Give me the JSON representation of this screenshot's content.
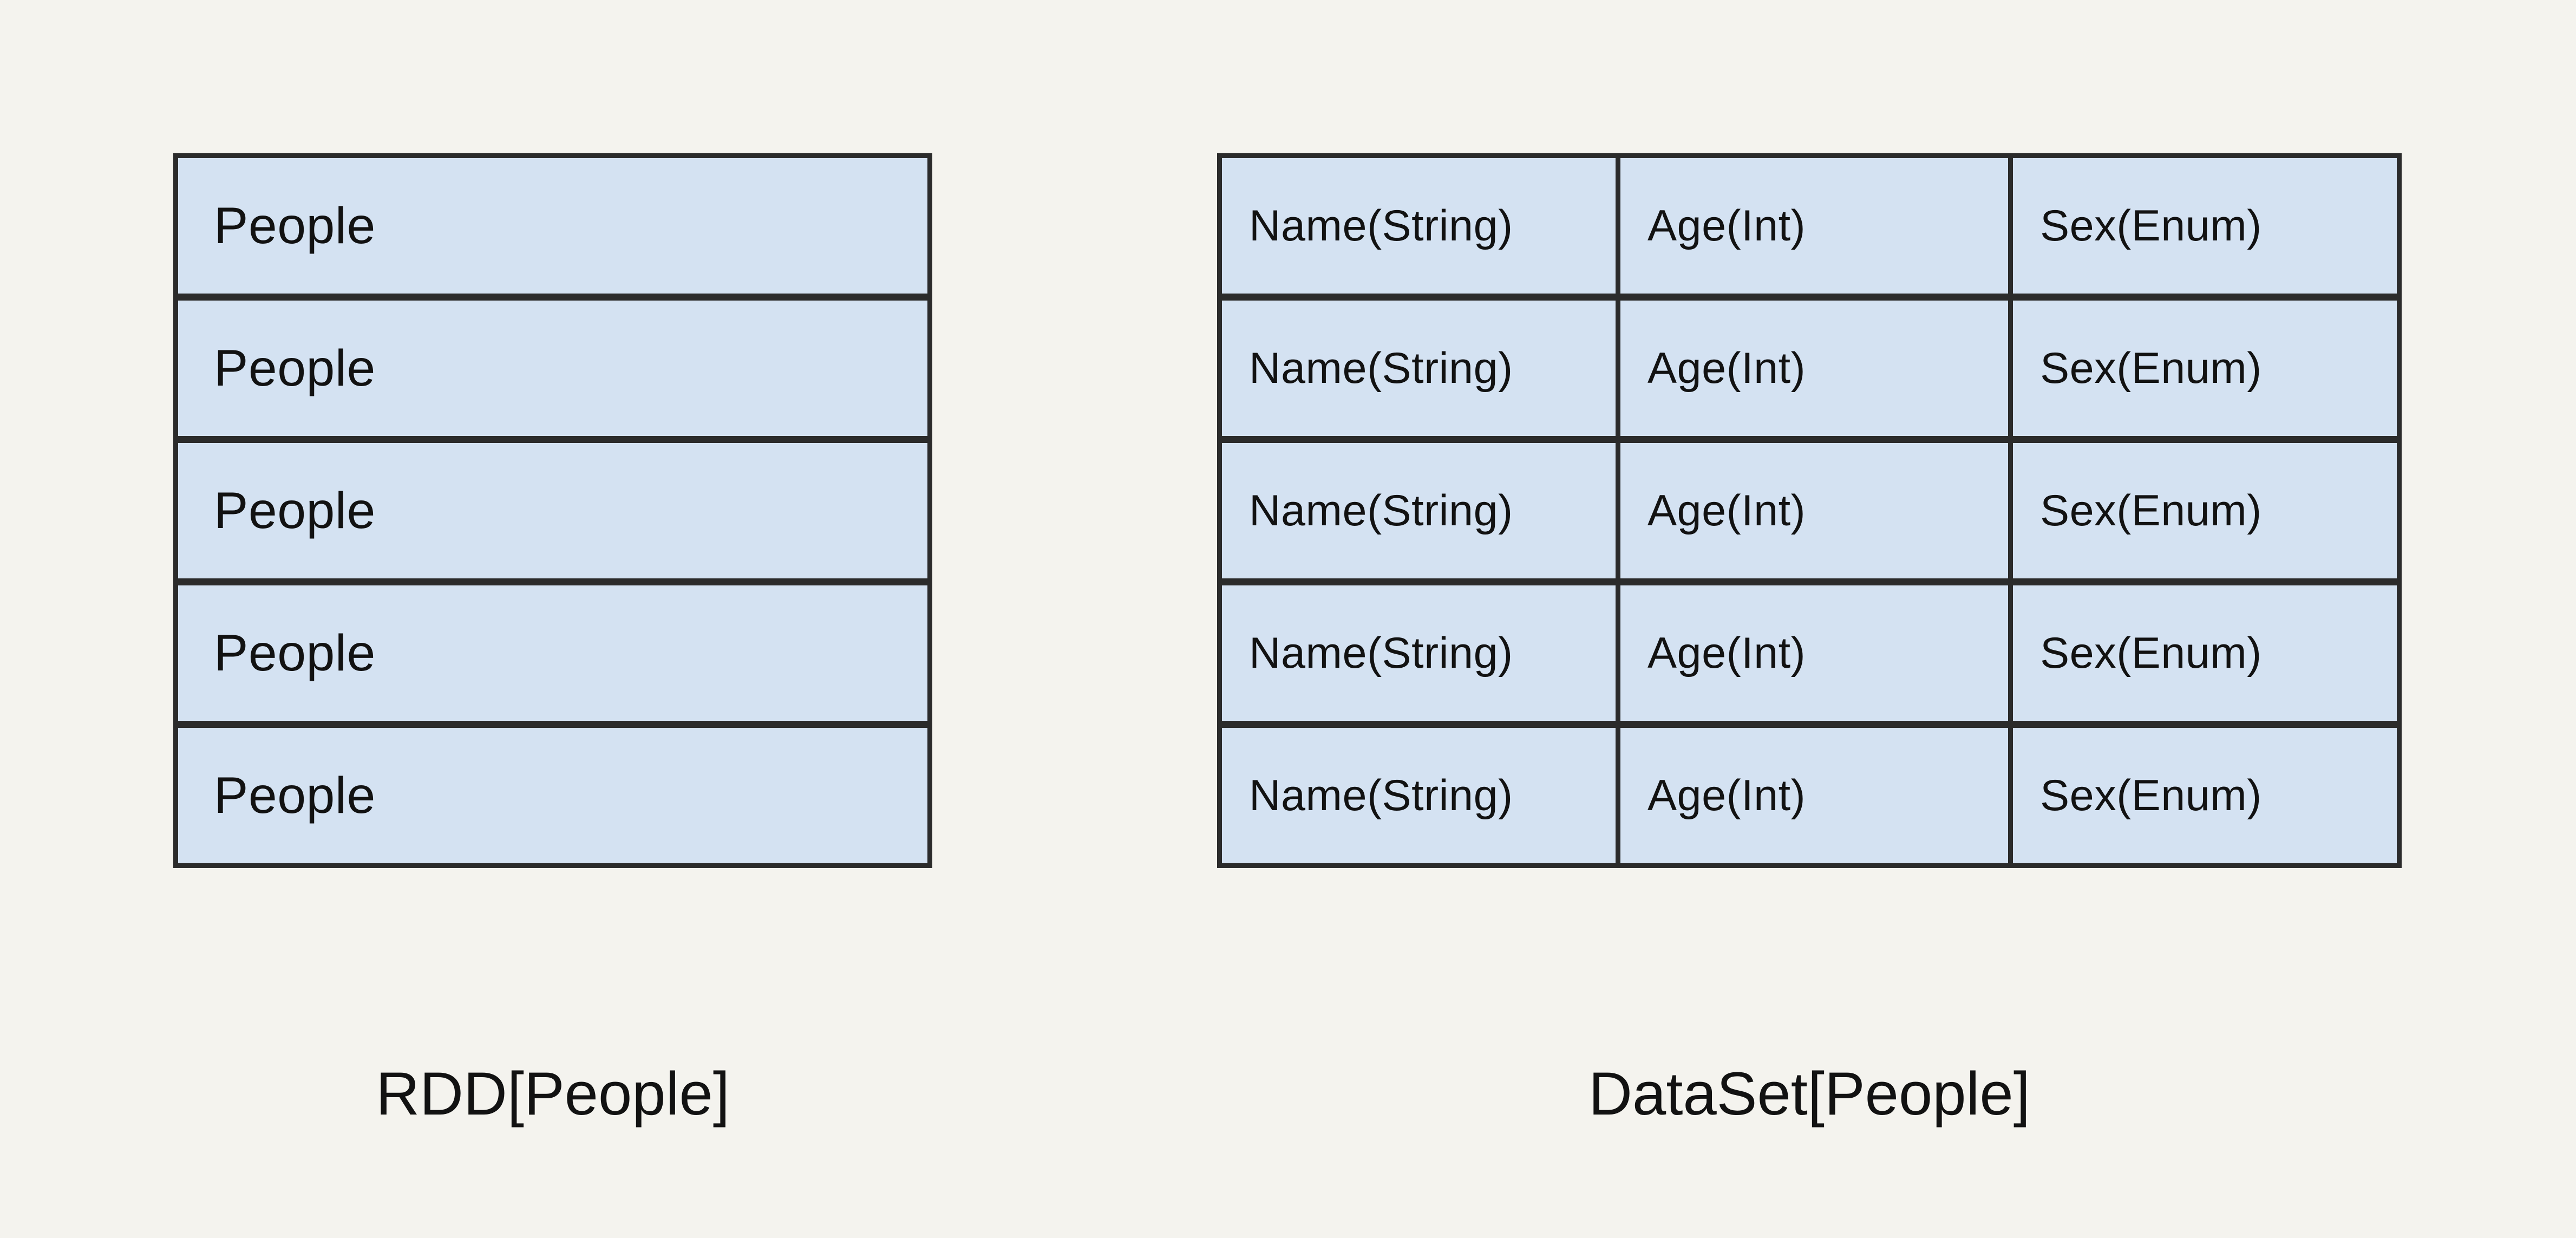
{
  "colors": {
    "page_bg": "#f4f3ee",
    "cell_fill": "#d4e2f2",
    "border": "#2b2b2b",
    "text": "#121212"
  },
  "rdd": {
    "caption": "RDD[People]",
    "rows": [
      "People",
      "People",
      "People",
      "People",
      "People"
    ]
  },
  "dataset": {
    "caption": "DataSet[People]",
    "columns": [
      "Name(String)",
      "Age(Int)",
      "Sex(Enum)"
    ],
    "rows": [
      [
        "Name(String)",
        "Age(Int)",
        "Sex(Enum)"
      ],
      [
        "Name(String)",
        "Age(Int)",
        "Sex(Enum)"
      ],
      [
        "Name(String)",
        "Age(Int)",
        "Sex(Enum)"
      ],
      [
        "Name(String)",
        "Age(Int)",
        "Sex(Enum)"
      ],
      [
        "Name(String)",
        "Age(Int)",
        "Sex(Enum)"
      ]
    ]
  }
}
